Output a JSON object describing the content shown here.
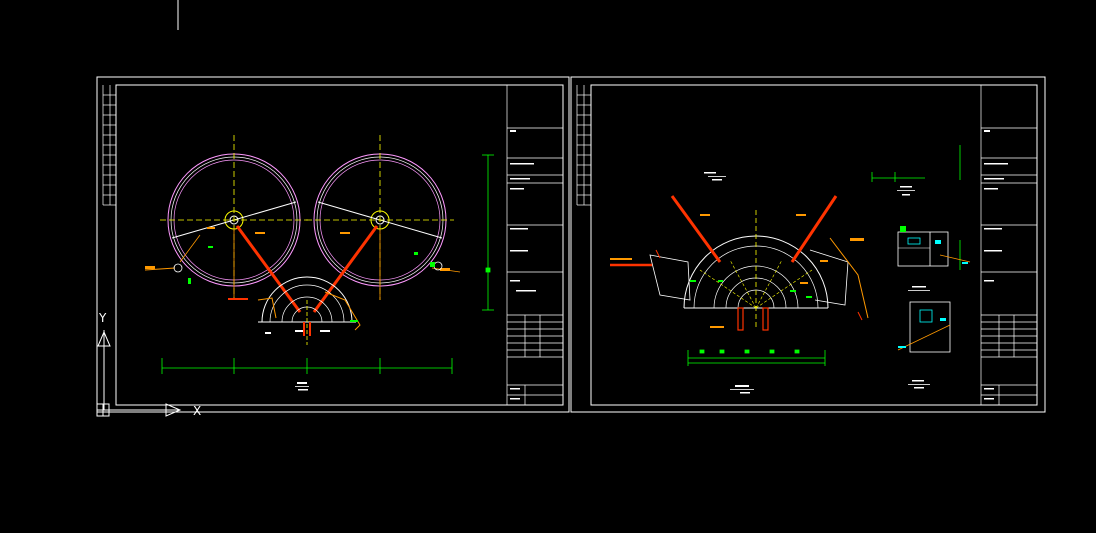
{
  "colors": {
    "background": "#000000",
    "frame": "#ffffff",
    "circle": "#ff99ff",
    "center_line": "#ffff00",
    "pipe": "#ff3300",
    "pipe_orange": "#ff9900",
    "dimension": "#00ff00",
    "annotation_cyan": "#00ffff"
  },
  "ucs": {
    "x_label": "X",
    "y_label": "Y"
  },
  "sheets": [
    {
      "id": "sheet-1",
      "title_block_rows": 5
    },
    {
      "id": "sheet-2",
      "title_block_rows": 5
    }
  ]
}
